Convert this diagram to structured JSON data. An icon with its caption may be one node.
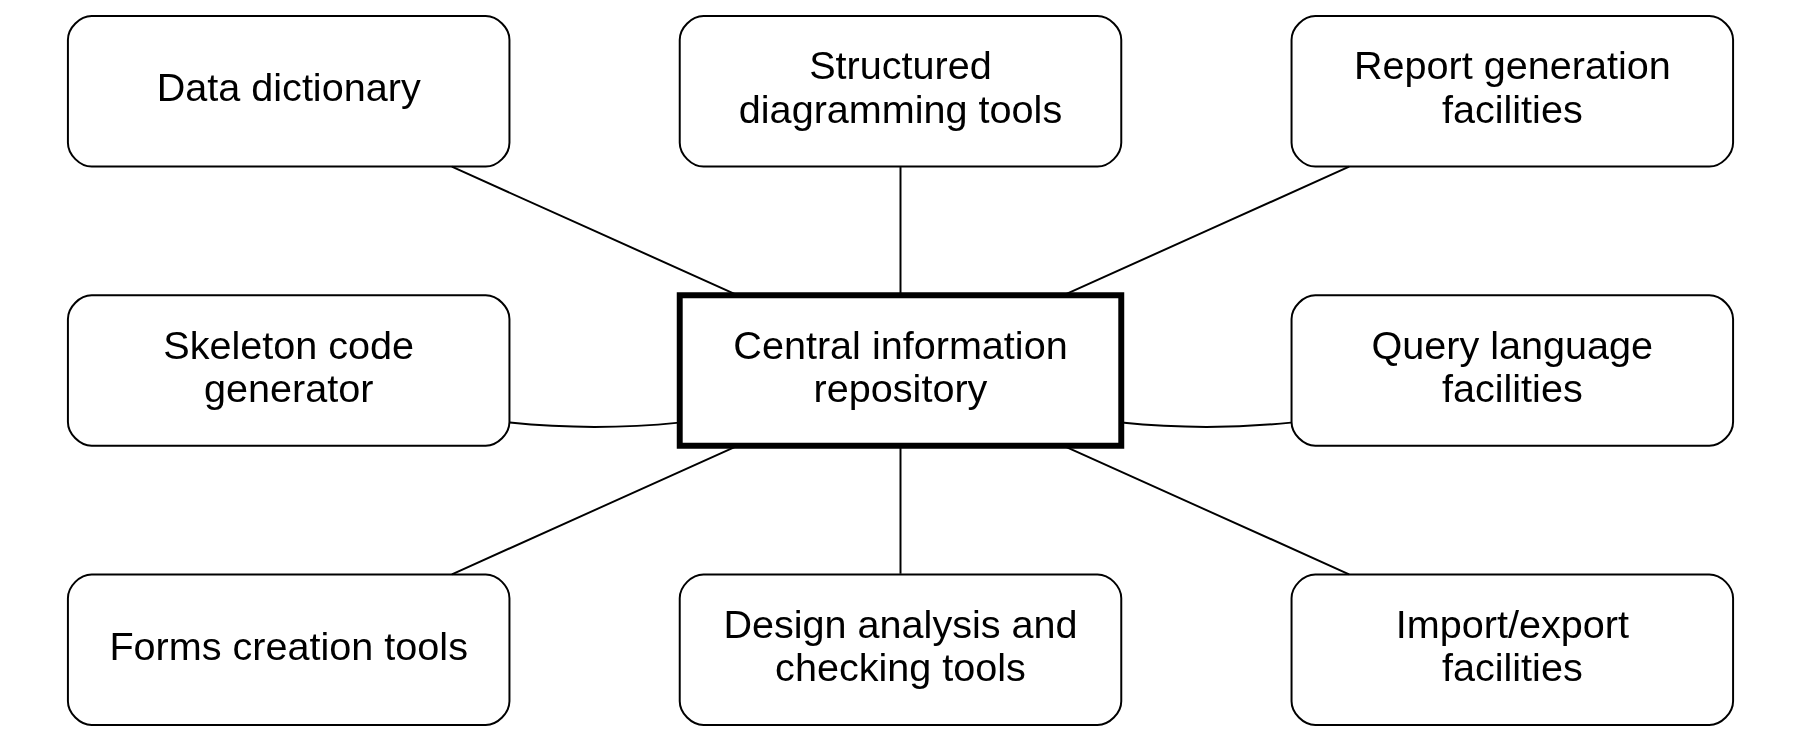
{
  "diagram": {
    "nodes": [
      {
        "text": [
          "Data dictionary"
        ]
      },
      {
        "text": [
          "Structured diagramming tools"
        ]
      },
      {
        "text": [
          "Report generation facilities"
        ]
      },
      {
        "text": [
          "Skeleton code generator"
        ]
      },
      {
        "text": [
          "Central information repository"
        ]
      },
      {
        "text": [
          "Query language facilities"
        ]
      },
      {
        "text": [
          "Forms creation tools"
        ]
      },
      {
        "text": [
          "Design analysis and checking tools"
        ]
      },
      {
        "text": [
          "Import/export facilities"
        ]
      }
    ],
    "edges": [
      {
        "from": 0,
        "to": 4,
        "arrow": "none"
      },
      {
        "from": 1,
        "to": 4,
        "arrow": "none"
      },
      {
        "from": 2,
        "to": 4,
        "arrow": "none"
      },
      {
        "from": 3,
        "to": 4,
        "arrow": "none"
      },
      {
        "from": 4,
        "to": 5,
        "arrow": "none"
      },
      {
        "from": 4,
        "to": 6,
        "arrow": "none"
      },
      {
        "from": 4,
        "to": 7,
        "arrow": "none"
      },
      {
        "from": 4,
        "to": 8,
        "arrow": "none"
      }
    ]
  }
}
